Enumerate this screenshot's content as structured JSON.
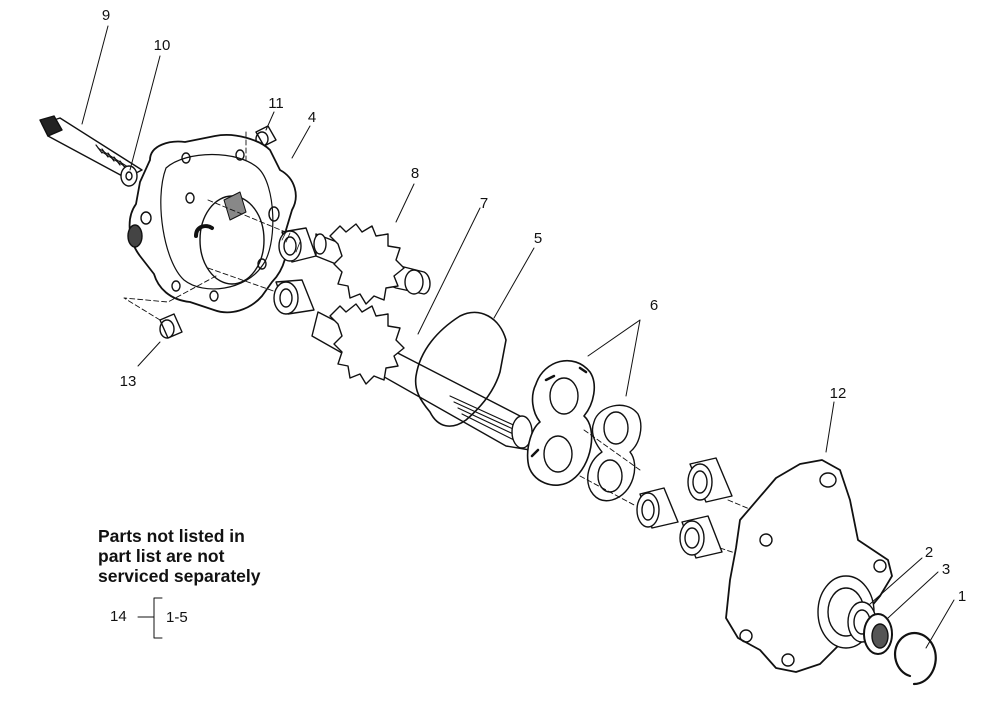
{
  "callouts": [
    "9",
    "10",
    "11",
    "4",
    "8",
    "7",
    "5",
    "6",
    "12",
    "13",
    "2",
    "3",
    "1"
  ],
  "note": {
    "line1": "Parts not listed in",
    "line2": "part list are not",
    "line3": "serviced separately"
  },
  "reference": {
    "number": "14",
    "range": "1-5"
  }
}
